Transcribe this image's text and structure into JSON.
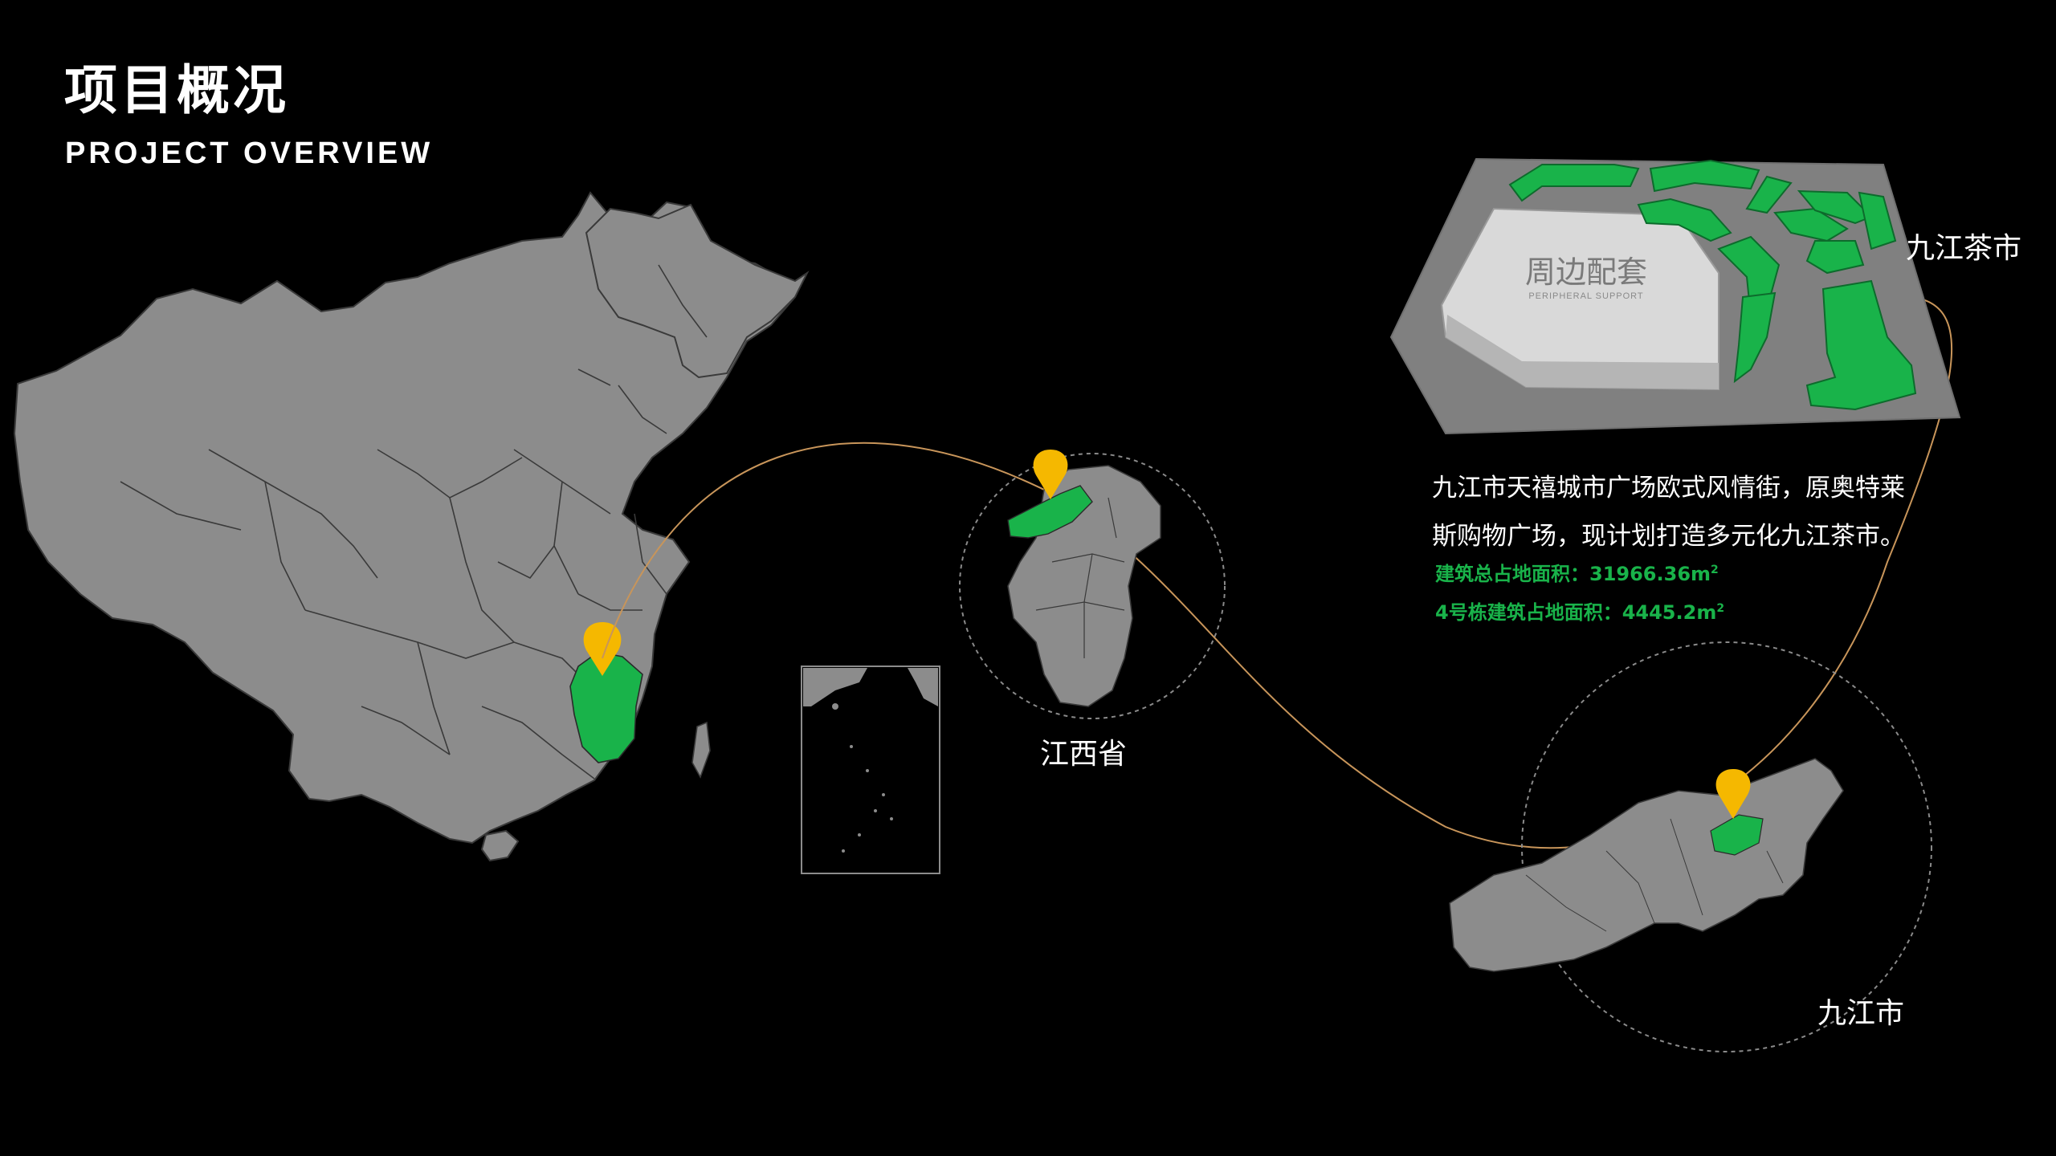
{
  "header": {
    "title_cn": "项目概况",
    "title_en": "PROJECT OVERVIEW"
  },
  "labels": {
    "province": "江西省",
    "city": "九江市",
    "site": "九江茶市",
    "building_cn": "周边配套",
    "building_en": "PERIPHERAL SUPPORT"
  },
  "description": {
    "line1": "九江市天禧城市广场欧式风情街，原奥特莱",
    "line2": "斯购物广场，现计划打造多元化九江茶市。",
    "stat1_label": "建筑总占地面积：",
    "stat1_value": "31966.36m",
    "stat1_sup": "2",
    "stat2_label": "4号栋建筑占地面积：",
    "stat2_value": "4445.2m",
    "stat2_sup": "2"
  },
  "colors": {
    "background": "#000000",
    "land": "#8c8c8c",
    "highlight": "#19b34a",
    "pin": "#f5b800",
    "curve": "#c8955a",
    "building": "#d9d9d9"
  },
  "icons": [
    "location-pin-icon"
  ]
}
